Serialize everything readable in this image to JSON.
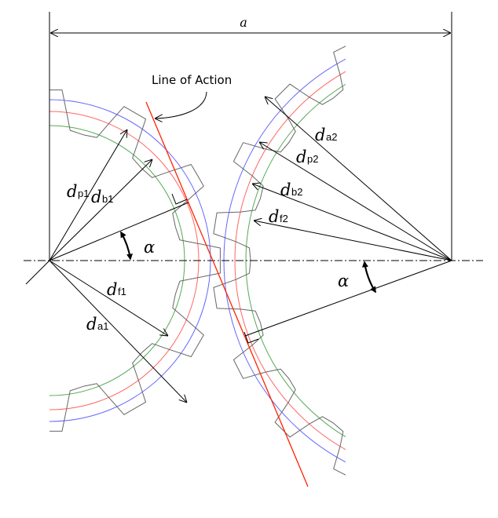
{
  "labels": {
    "center_distance": "a",
    "line_of_action": "Line of Action",
    "alpha": "α",
    "d": "d",
    "gear1": {
      "dp": "p1",
      "db": "b1",
      "df": "f1",
      "da": "a1"
    },
    "gear2": {
      "da": "a2",
      "dp": "p2",
      "db": "b2",
      "df": "f2"
    }
  },
  "colors": {
    "addendum_circle": "#6666ff",
    "pitch_circle": "#ff6666",
    "root_circle": "#55aa55",
    "line_of_action": "#ff2200",
    "gear_outline": "#666666"
  }
}
